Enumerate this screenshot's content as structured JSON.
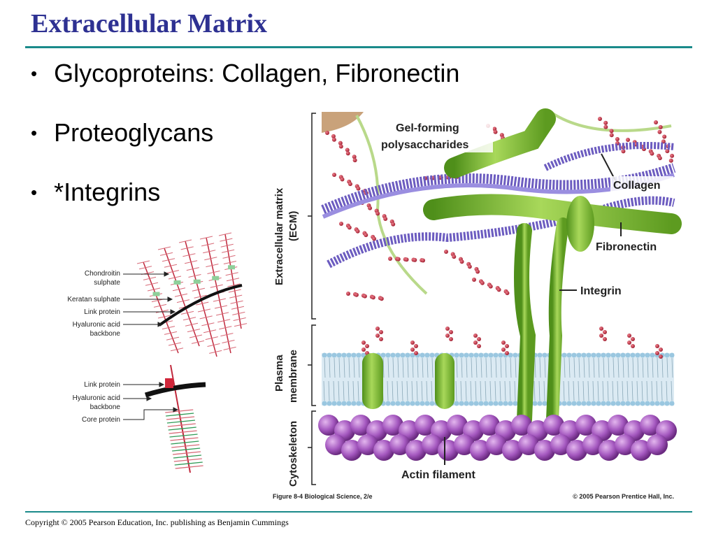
{
  "slide": {
    "title": "Extracellular Matrix",
    "bullets": [
      "Glycoproteins: Collagen, Fibronectin",
      "Proteoglycans",
      "*Integrins"
    ],
    "footer": "Copyright © 2005 Pearson Education, Inc. publishing as Benjamin Cummings"
  },
  "figure_main": {
    "labels": {
      "gel": "Gel-forming",
      "polysaccharides": "polysaccharides",
      "collagen": "Collagen",
      "fibronectin": "Fibronectin",
      "integrin": "Integrin",
      "actin": "Actin filament"
    },
    "side_labels": {
      "ecm_line1": "Extracellular matrix",
      "ecm_line2": "(ECM)",
      "pm_line1": "Plasma",
      "pm_line2": "membrane",
      "cyto": "Cytoskeleton"
    },
    "caption_left": "Figure 8-4  Biological Science, 2/e",
    "caption_right": "© 2005 Pearson Prentice Hall, Inc."
  },
  "figure_proteoglycan": {
    "labels": {
      "chondroitin_1": "Chondroitin",
      "chondroitin_2": "sulphate",
      "keratan": "Keratan sulphate",
      "link": "Link protein",
      "hyaluronic_1": "Hyaluronic acid",
      "hyaluronic_2": "backbone"
    },
    "detail_labels": {
      "link": "Link protein",
      "hyaluronic_1": "Hyaluronic acid",
      "hyaluronic_2": "backbone",
      "core": "Core protein"
    }
  },
  "colors": {
    "title": "#2e3192",
    "rule": "#1a8a8a",
    "collagen": "#7b6cc9",
    "fibronectin": "#7dbb2a",
    "polysaccharide": "#c0283c",
    "actin": "#9b4fb0",
    "membrane": "#b9d8ea"
  }
}
